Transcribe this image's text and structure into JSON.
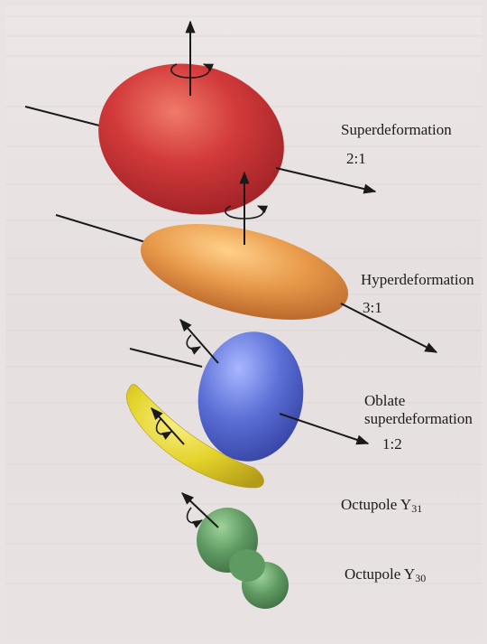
{
  "shapes": [
    {
      "name": "Superdeformation",
      "ratio": "2:1",
      "color": "#d23a3a"
    },
    {
      "name": "Hyperdeformation",
      "ratio": "3:1",
      "color": "#e89a4a"
    },
    {
      "name": "Oblate",
      "name_line2": "superdeformation",
      "ratio": "1:2",
      "color": "#5b6fd6"
    },
    {
      "name": "Octupole Y",
      "subscript": "31",
      "color": "#e3d32a"
    },
    {
      "name": "Octupole Y",
      "subscript": "30",
      "color": "#5f9a62"
    }
  ],
  "colors": {
    "background": "#e9e4e3",
    "text": "#1b1b1b",
    "axis": "#1a1a1a"
  }
}
